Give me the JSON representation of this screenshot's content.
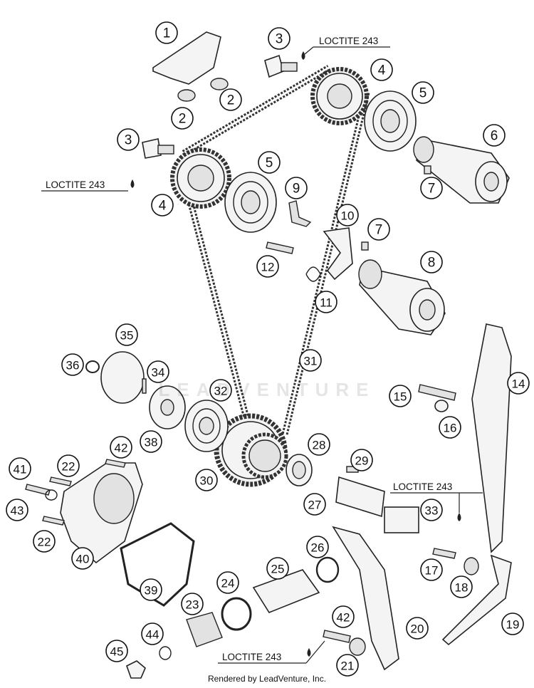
{
  "diagram": {
    "callouts": [
      {
        "id": "c1",
        "label": "1"
      },
      {
        "id": "c2a",
        "label": "2"
      },
      {
        "id": "c2b",
        "label": "2"
      },
      {
        "id": "c3a",
        "label": "3"
      },
      {
        "id": "c3b",
        "label": "3"
      },
      {
        "id": "c4a",
        "label": "4"
      },
      {
        "id": "c4b",
        "label": "4"
      },
      {
        "id": "c5a",
        "label": "5"
      },
      {
        "id": "c5b",
        "label": "5"
      },
      {
        "id": "c6",
        "label": "6"
      },
      {
        "id": "c7a",
        "label": "7"
      },
      {
        "id": "c7b",
        "label": "7"
      },
      {
        "id": "c8",
        "label": "8"
      },
      {
        "id": "c9",
        "label": "9"
      },
      {
        "id": "c10",
        "label": "10"
      },
      {
        "id": "c11",
        "label": "11"
      },
      {
        "id": "c12",
        "label": "12"
      },
      {
        "id": "c14",
        "label": "14"
      },
      {
        "id": "c15",
        "label": "15"
      },
      {
        "id": "c16",
        "label": "16"
      },
      {
        "id": "c17",
        "label": "17"
      },
      {
        "id": "c18",
        "label": "18"
      },
      {
        "id": "c19",
        "label": "19"
      },
      {
        "id": "c20",
        "label": "20"
      },
      {
        "id": "c21",
        "label": "21"
      },
      {
        "id": "c22a",
        "label": "22"
      },
      {
        "id": "c22b",
        "label": "22"
      },
      {
        "id": "c23",
        "label": "23"
      },
      {
        "id": "c24",
        "label": "24"
      },
      {
        "id": "c25",
        "label": "25"
      },
      {
        "id": "c26",
        "label": "26"
      },
      {
        "id": "c27",
        "label": "27"
      },
      {
        "id": "c28",
        "label": "28"
      },
      {
        "id": "c29",
        "label": "29"
      },
      {
        "id": "c30",
        "label": "30"
      },
      {
        "id": "c31",
        "label": "31"
      },
      {
        "id": "c32",
        "label": "32"
      },
      {
        "id": "c33",
        "label": "33"
      },
      {
        "id": "c34",
        "label": "34"
      },
      {
        "id": "c35",
        "label": "35"
      },
      {
        "id": "c36",
        "label": "36"
      },
      {
        "id": "c38",
        "label": "38"
      },
      {
        "id": "c39",
        "label": "39"
      },
      {
        "id": "c40",
        "label": "40"
      },
      {
        "id": "c41",
        "label": "41"
      },
      {
        "id": "c42a",
        "label": "42"
      },
      {
        "id": "c42b",
        "label": "42"
      },
      {
        "id": "c43",
        "label": "43"
      },
      {
        "id": "c44",
        "label": "44"
      },
      {
        "id": "c45",
        "label": "45"
      }
    ],
    "notes": [
      {
        "id": "n1",
        "text": "LOCTITE 243"
      },
      {
        "id": "n2",
        "text": "LOCTITE 243"
      },
      {
        "id": "n3",
        "text": "LOCTITE 243"
      },
      {
        "id": "n4",
        "text": "LOCTITE 243"
      }
    ],
    "watermark": "LEADVENTURE",
    "footer": "Rendered by LeadVenture, Inc."
  }
}
